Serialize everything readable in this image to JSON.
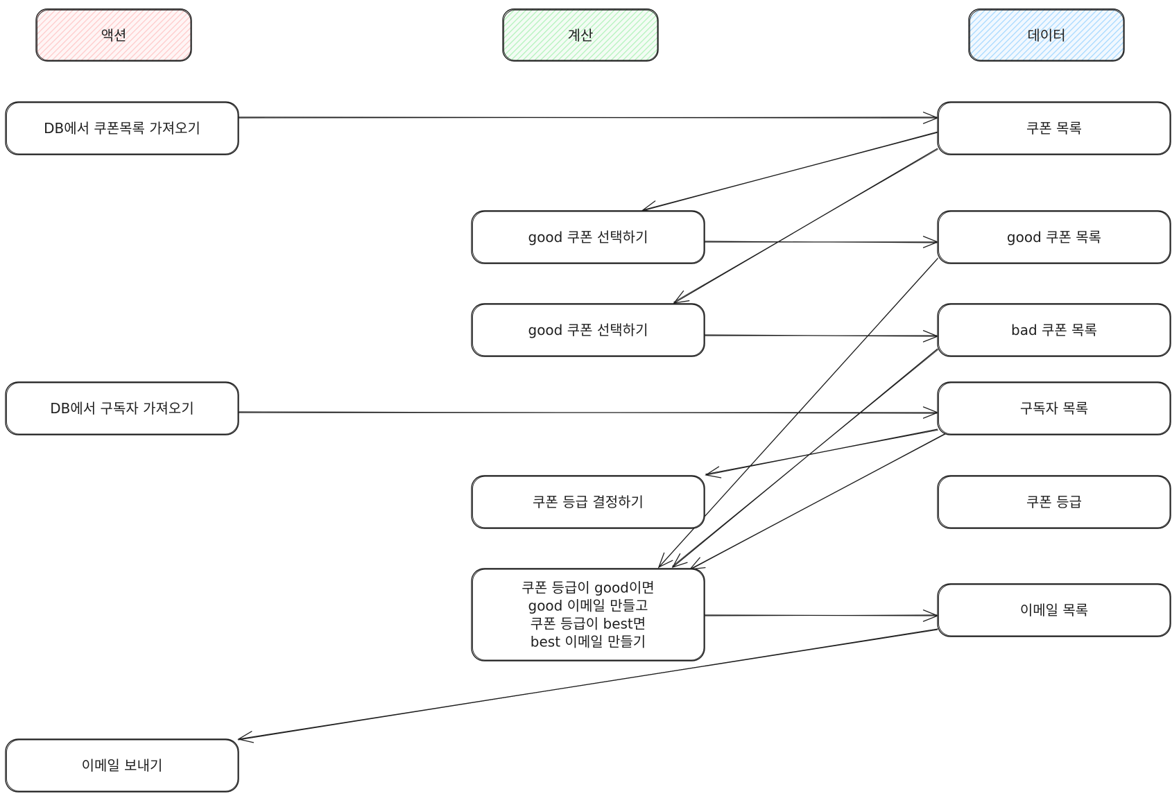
{
  "headers": [
    {
      "id": "h-action",
      "label": "액션",
      "color": "#ffc9c9"
    },
    {
      "id": "h-calc",
      "label": "계산",
      "color": "#b2f2bb"
    },
    {
      "id": "h-data",
      "label": "데이터",
      "color": "#a5d8ff"
    }
  ],
  "nodes": [
    {
      "id": "fetch-coupons",
      "lines": [
        "DB에서 쿠폰목록 가져오기"
      ]
    },
    {
      "id": "fetch-subscribers",
      "lines": [
        "DB에서 구독자 가져오기"
      ]
    },
    {
      "id": "send-email",
      "lines": [
        "이메일 보내기"
      ]
    },
    {
      "id": "select-good-1",
      "lines": [
        "good 쿠폰 선택하기"
      ]
    },
    {
      "id": "select-good-2",
      "lines": [
        "good 쿠폰 선택하기"
      ]
    },
    {
      "id": "decide-rank",
      "lines": [
        "쿠폰 등급 결정하기"
      ]
    },
    {
      "id": "make-email",
      "lines": [
        "쿠폰 등급이 good이면",
        "good 이메일 만들고",
        "쿠폰 등급이 best면",
        "best 이메일 만들기"
      ]
    },
    {
      "id": "coupon-list",
      "lines": [
        "쿠폰 목록"
      ]
    },
    {
      "id": "good-coupon-list",
      "lines": [
        "good 쿠폰 목록"
      ]
    },
    {
      "id": "bad-coupon-list",
      "lines": [
        "bad 쿠폰 목록"
      ]
    },
    {
      "id": "subscriber-list",
      "lines": [
        "구독자 목록"
      ]
    },
    {
      "id": "coupon-rank",
      "lines": [
        "쿠폰 등급"
      ]
    },
    {
      "id": "email-list",
      "lines": [
        "이메일 목록"
      ]
    }
  ],
  "edges": [
    {
      "from": "fetch-coupons",
      "to": "coupon-list"
    },
    {
      "from": "coupon-list",
      "to": "select-good-1"
    },
    {
      "from": "coupon-list",
      "to": "select-good-2"
    },
    {
      "from": "select-good-1",
      "to": "good-coupon-list"
    },
    {
      "from": "select-good-2",
      "to": "bad-coupon-list"
    },
    {
      "from": "fetch-subscribers",
      "to": "subscriber-list"
    },
    {
      "from": "subscriber-list",
      "to": "decide-rank"
    },
    {
      "from": "good-coupon-list",
      "to": "make-email"
    },
    {
      "from": "bad-coupon-list",
      "to": "make-email"
    },
    {
      "from": "subscriber-list",
      "to": "make-email"
    },
    {
      "from": "make-email",
      "to": "email-list"
    },
    {
      "from": "email-list",
      "to": "send-email"
    }
  ]
}
